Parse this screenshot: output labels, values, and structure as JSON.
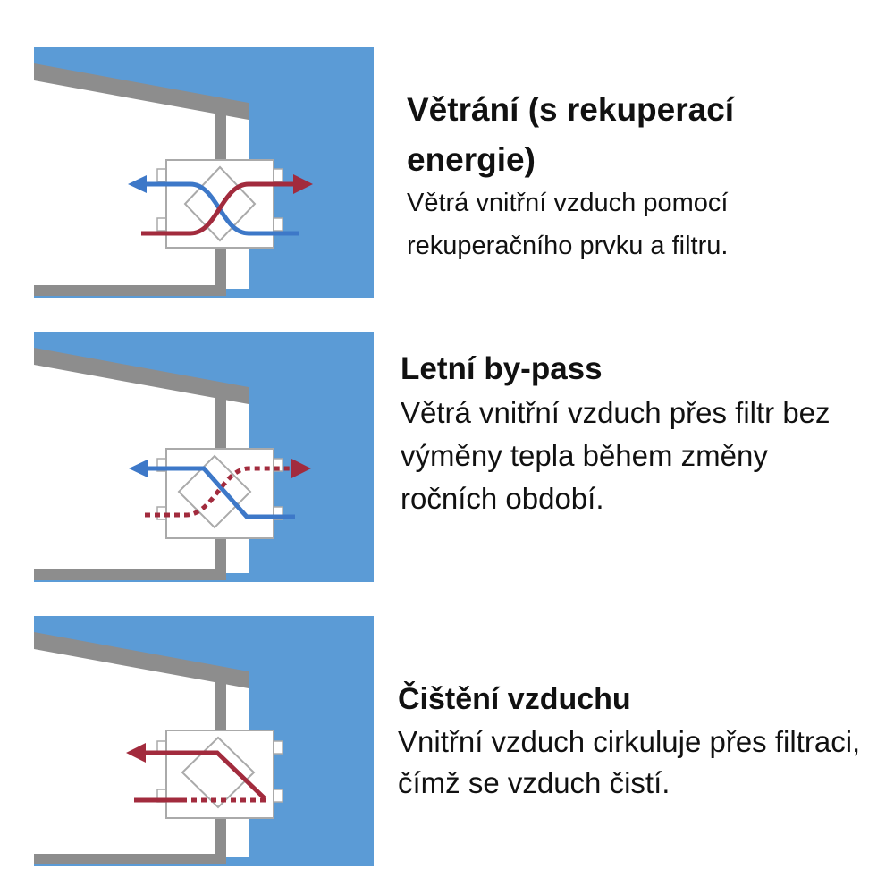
{
  "colors": {
    "outside_blue": "#5b9bd6",
    "wall_gray": "#8a8a8a",
    "blue_flow": "#3d78c8",
    "red_flow": "#a22b3d"
  },
  "modes": [
    {
      "title": "Větrání (s rekuperací energie)",
      "description": "Větrá vnitřní vzduch pomocí rekuperačního prvku a filtru.",
      "icon": "heat-recovery-ventilation-diagram"
    },
    {
      "title": "Letní by-pass",
      "description": "Větrá vnitřní vzduch přes filtr bez výměny tepla během změny ročních období.",
      "icon": "summer-bypass-diagram"
    },
    {
      "title": "Čištění vzduchu",
      "description": "Vnitřní vzduch cirkuluje přes filtraci, čímž se vzduch čistí.",
      "icon": "air-purification-diagram"
    }
  ]
}
